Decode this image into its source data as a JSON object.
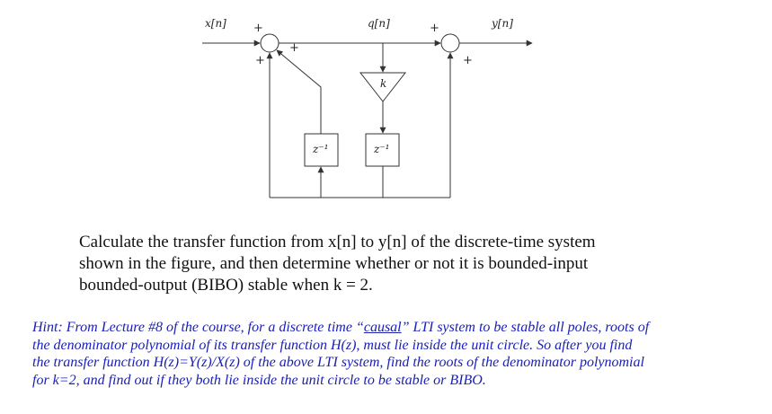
{
  "diagram": {
    "labels": {
      "input": "x[n]",
      "intermediate": "q[n]",
      "output": "y[n]",
      "gain": "k",
      "delay_left": "z⁻¹",
      "delay_right": "z⁻¹"
    },
    "signs": [
      "+",
      "+",
      "+",
      "+",
      "+"
    ]
  },
  "question": {
    "line1": "Calculate the transfer function from x[n] to y[n] of the discrete-time system",
    "line2": "shown in the figure, and then determine whether or not it is bounded-input",
    "line3": "bounded-output (BIBO) stable when k = 2."
  },
  "hint": {
    "line1_pre": "Hint: From Lecture #8 of the course, for a discrete time “",
    "line1_causal": "causal",
    "line1_post": "” LTI system to be stable all poles, roots of",
    "line2": "the denominator polynomial of its transfer function H(z), must lie inside the unit circle. So after you find",
    "line3": "the transfer function H(z)=Y(z)/X(z) of the above LTI system, find the roots of the denominator polynomial",
    "line4": "for k=2, and find out if they both lie inside the unit circle to be stable or BIBO."
  },
  "colors": {
    "text": "#111111",
    "hint": "#1a20b8",
    "line": "#333333"
  }
}
